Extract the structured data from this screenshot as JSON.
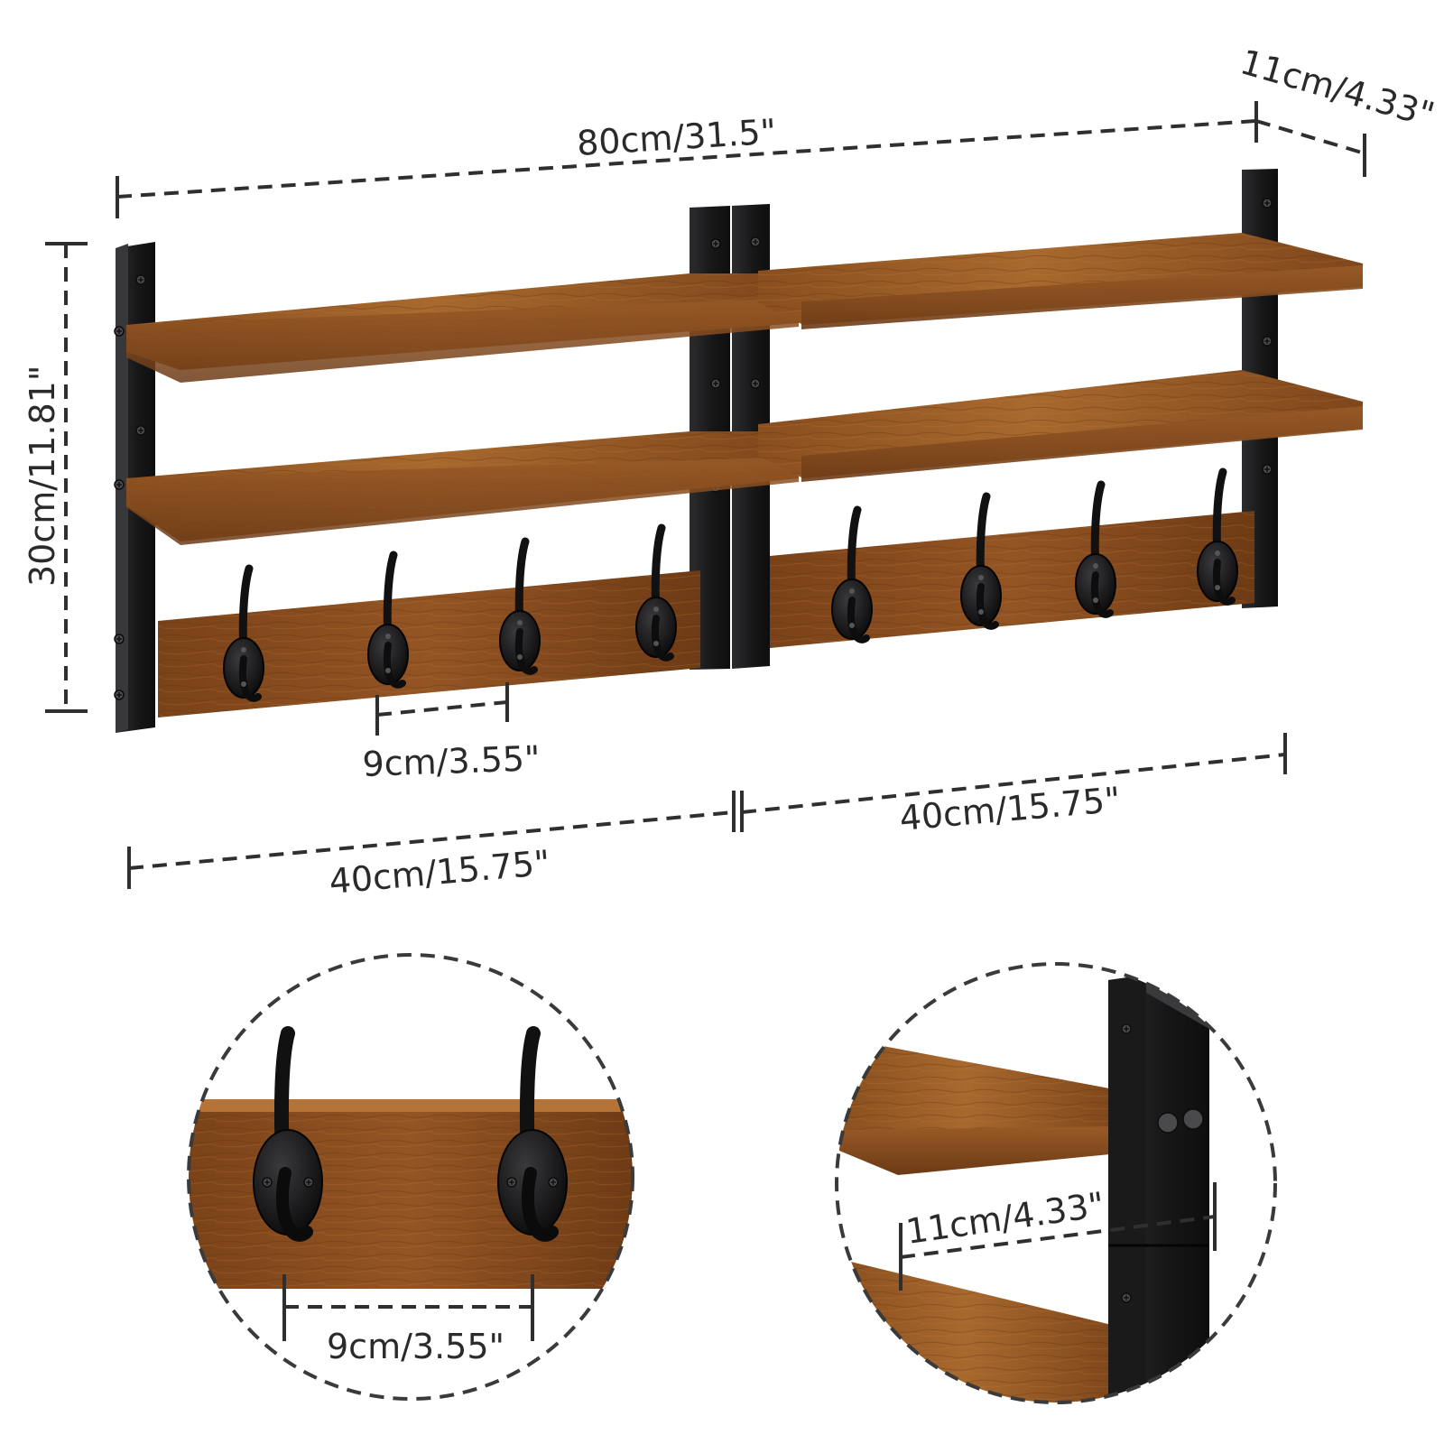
{
  "colors": {
    "wood_top": "#a8682d",
    "wood_mid": "#8e5423",
    "wood_dark": "#6b3a16",
    "metal": "#1d1d1f",
    "dimension_line": "#2f2f2f"
  },
  "dimensions": {
    "total_width": "80cm/31.5\"",
    "depth_top": "11cm/4.33\"",
    "height": "30cm/11.81\"",
    "hook_spacing_main": "9cm/3.55\"",
    "left_unit_width": "40cm/15.75\"",
    "right_unit_width": "40cm/15.75\"",
    "detail_hook_spacing": "9cm/3.55\"",
    "detail_depth": "11cm/4.33\""
  },
  "components": {
    "hooks_per_unit": 4,
    "shelves_per_unit": 2,
    "units": 2
  }
}
